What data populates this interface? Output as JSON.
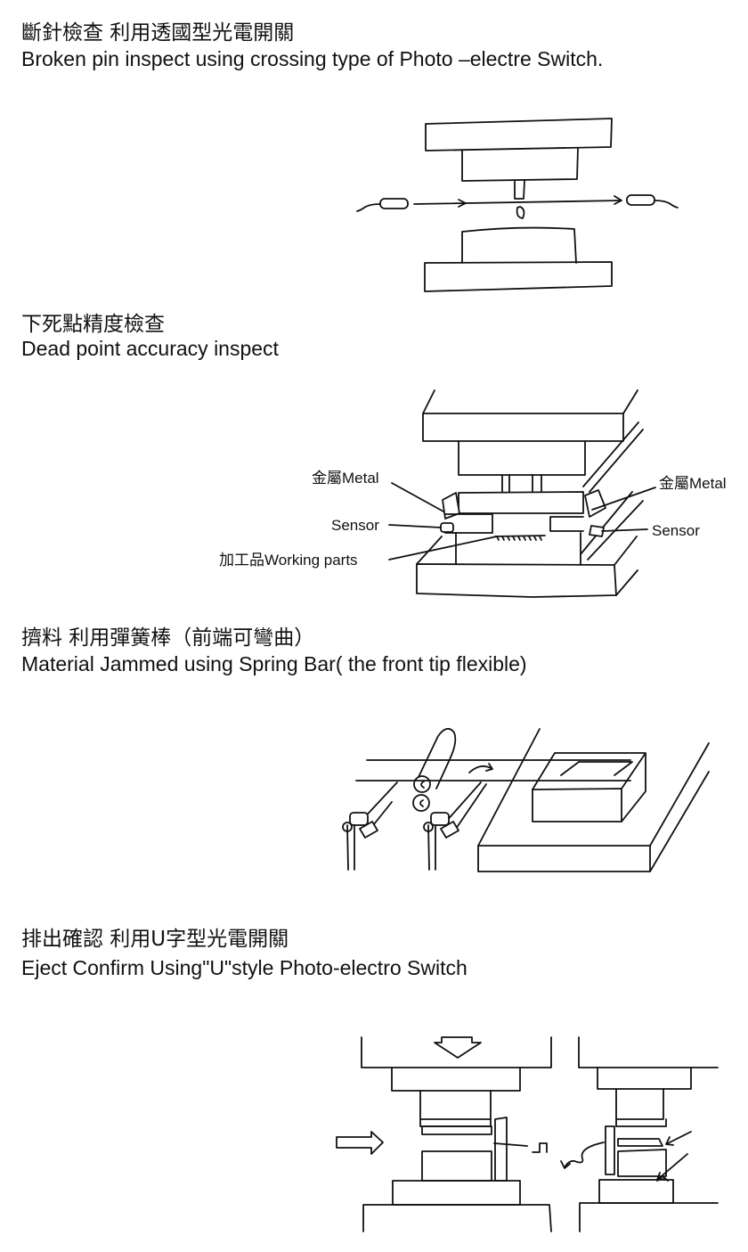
{
  "sections": [
    {
      "title_zh": "斷針檢查 利用透國型光電開關",
      "title_en": "Broken pin  inspect using  crossing type of Photo –electre  Switch."
    },
    {
      "title_zh": "下死點精度檢查",
      "title_en": "Dead point  accuracy  inspect",
      "labels": {
        "metal_left": "金屬Metal",
        "metal_right": "金屬Metal",
        "sensor_left": "Sensor",
        "sensor_right": "Sensor",
        "working_parts": "加工品Working parts"
      }
    },
    {
      "title_zh": "擠料 利用彈簧棒（前端可彎曲）",
      "title_en": "Material  Jammed  using Spring  Bar( the front  tip flexible)"
    },
    {
      "title_zh": "排出確認  利用U字型光電開關",
      "title_en": "Eject Confirm Using\"U\"style Photo-electro Switch"
    }
  ]
}
